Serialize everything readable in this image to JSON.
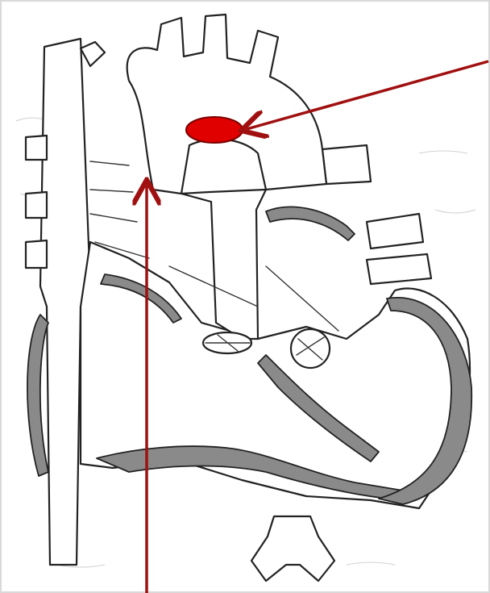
{
  "figure": {
    "subject": "heart-diagram-with-marker",
    "colors": {
      "background": "#ffffff",
      "page_edge": "#d9d9d9",
      "outline": "#222222",
      "wall_fill": "#8a8a8a",
      "marker": "#e00000",
      "arrow": "#a01010"
    },
    "marker_shape": "ellipse",
    "arrows": [
      "pointer-arrow-to-marker",
      "pointer-arrow-from-bottom"
    ]
  }
}
